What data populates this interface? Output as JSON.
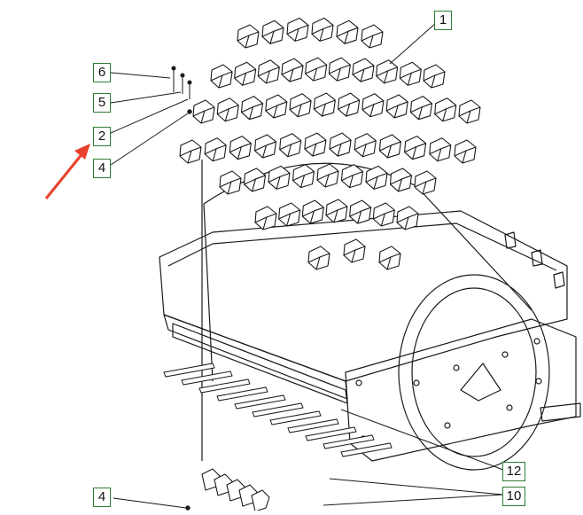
{
  "figure": {
    "callouts": [
      {
        "id": "c1",
        "text": "1"
      },
      {
        "id": "c6",
        "text": "6"
      },
      {
        "id": "c5",
        "text": "5"
      },
      {
        "id": "c2",
        "text": "2"
      },
      {
        "id": "c4a",
        "text": "4"
      },
      {
        "id": "c12",
        "text": "12"
      },
      {
        "id": "c10",
        "text": "10"
      },
      {
        "id": "c4b",
        "text": "4"
      }
    ],
    "colors": {
      "line": "#1a1a1a",
      "callout_border": "#2e7d32",
      "arrow": "#e8412c"
    }
  }
}
